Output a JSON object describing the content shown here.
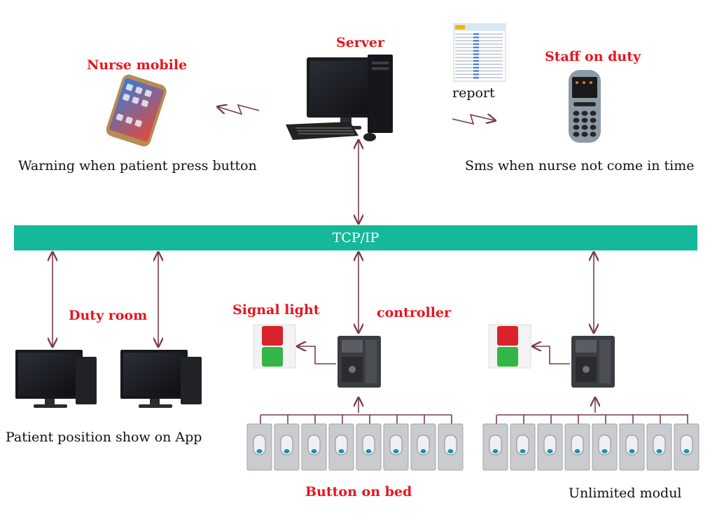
{
  "labels": {
    "server": "Server",
    "nurse_mobile": "Nurse mobile",
    "staff_on_duty": "Staff on duty",
    "report": "report",
    "nurse_caption": "Warning when patient press button",
    "staff_caption": "Sms when nurse not come in time",
    "network": "TCP/IP",
    "duty_room": "Duty room",
    "signal_light": "Signal light",
    "controller": "controller",
    "duty_caption": "Patient position show on App",
    "button_on_bed": "Button on bed",
    "unlimited": "Unlimited modul"
  },
  "colors": {
    "accent_label": "#e8141c",
    "bus": "#16b89a",
    "connector": "#7a3a4a"
  },
  "icons": [
    "smartphone-icon",
    "desktop-computer-icon",
    "report-document-icon",
    "feature-phone-icon",
    "wireless-signal-icon",
    "signal-light-icon",
    "controller-icon",
    "bed-button-icon"
  ]
}
